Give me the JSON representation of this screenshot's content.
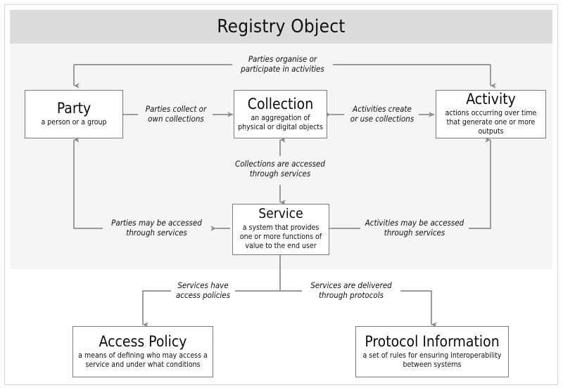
{
  "diagram": {
    "title": "Registry Object",
    "nodes": [
      {
        "id": "party",
        "title": "Party",
        "desc": "a person or a group"
      },
      {
        "id": "collection",
        "title": "Collection",
        "desc": "an aggregation of physical\nor digital objects"
      },
      {
        "id": "activity",
        "title": "Activity",
        "desc": "actions occurring over time that\ngenerate one or more outputs"
      },
      {
        "id": "service",
        "title": "Service",
        "desc": "a system that provides\none or more functions\nof value to the end user"
      },
      {
        "id": "access-policy",
        "title": "Access Policy",
        "desc": "a means of defining who may access a\nservice and under what conditions"
      },
      {
        "id": "protocol-information",
        "title": "Protocol Information",
        "desc": "a set of rules for ensuring\ninteroperability between systems"
      }
    ],
    "edge_labels": [
      {
        "id": "parties-organise",
        "text": "Parties organise or\nparticipate in activities"
      },
      {
        "id": "parties-collect",
        "text": "Parties collect or\nown collections"
      },
      {
        "id": "activities-create",
        "text": "Activities create\nor use collections"
      },
      {
        "id": "collections-accessed",
        "text": "Collections are accessed\nthrough services"
      },
      {
        "id": "parties-accessed",
        "text": "Parties may be accessed\nthrough services"
      },
      {
        "id": "activities-accessed",
        "text": "Activities may be accessed\nthrough services"
      },
      {
        "id": "services-have-policies",
        "text": "Services have\naccess policies"
      },
      {
        "id": "services-delivered",
        "text": "Services are delivered\nthrough protocols"
      }
    ],
    "colors": {
      "panel_background": "#f5f5f5",
      "title_band": "#dcdcdc",
      "node_border": "#7a7a7a",
      "node_fill": "#ffffff",
      "connector": "#808080",
      "page_background": "#ffffff",
      "text": "#111111"
    }
  }
}
